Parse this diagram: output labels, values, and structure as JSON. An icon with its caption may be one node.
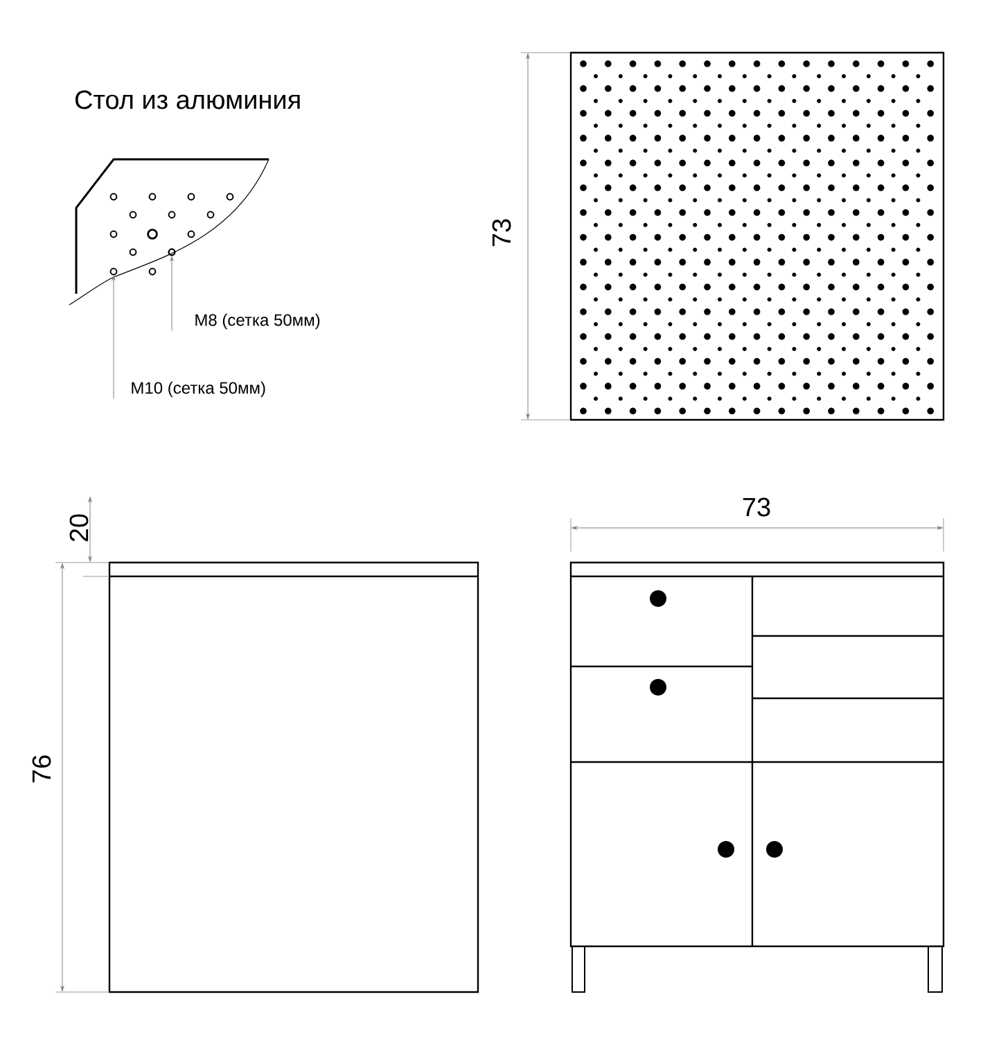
{
  "diagram": {
    "title": "Стол из алюминия",
    "nodes": [
      {
        "text": [
          "M8 (сетка 50мм)"
        ]
      },
      {
        "text": [
          "M10 (сетка 50мм)"
        ]
      },
      {
        "text": [],
        "shape": "circle"
      },
      {
        "text": [],
        "shape": "circle"
      }
    ],
    "edges": [
      {
        "from": 0,
        "to": 2,
        "arrow": "to"
      },
      {
        "from": 1,
        "to": 3,
        "arrow": "to"
      }
    ],
    "labels": [
      "73",
      "20",
      "76",
      "73"
    ]
  }
}
